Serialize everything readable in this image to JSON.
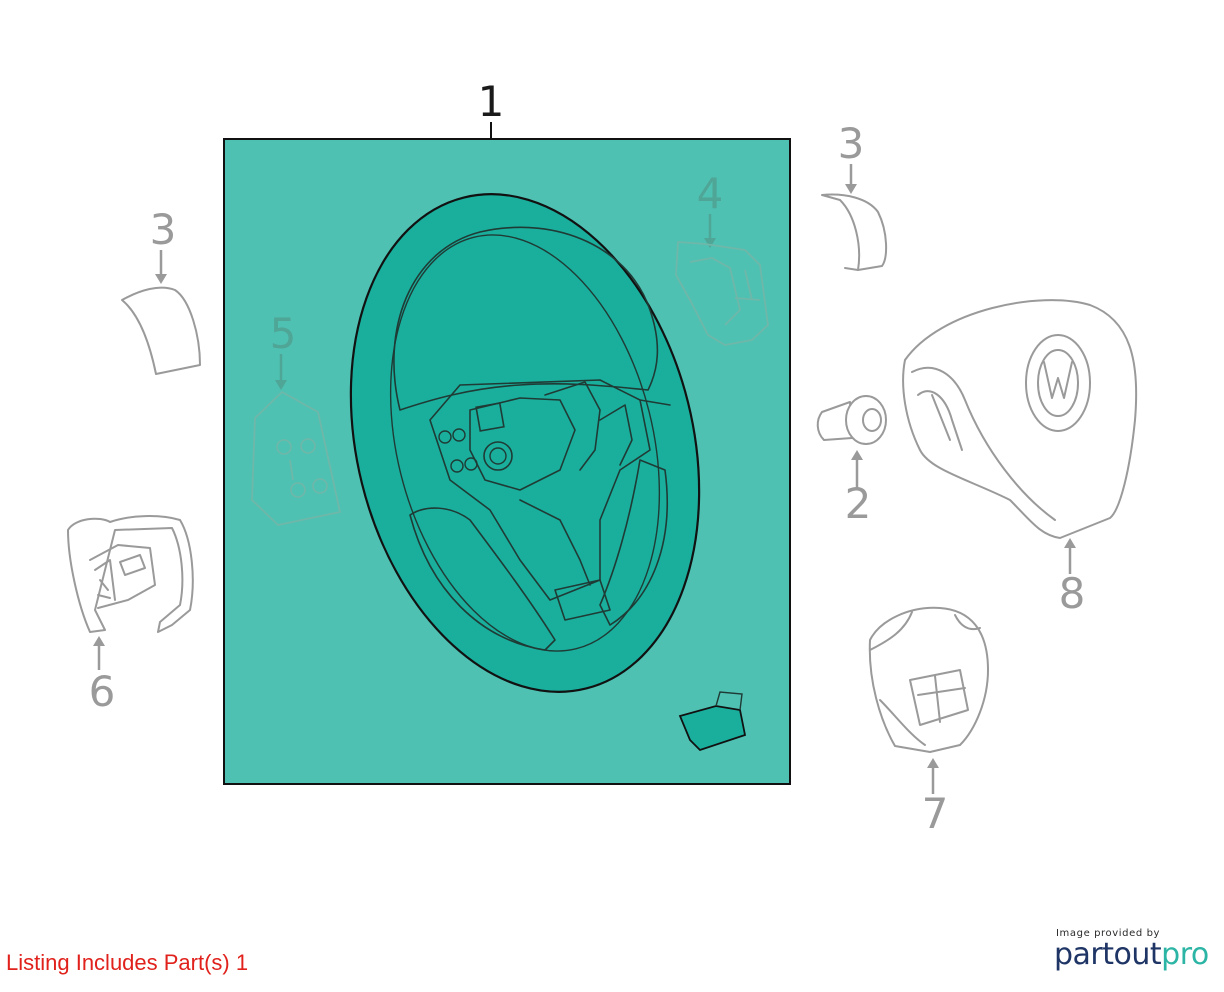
{
  "callouts": {
    "assembly": "1",
    "bolt": "2",
    "cover_left": "3",
    "cover_right": "3",
    "switch_right": "4",
    "switch_left": "5",
    "clock_spring": "6",
    "trim_bottom": "7",
    "airbag": "8"
  },
  "colors": {
    "highlight_box": "#4fc1b3",
    "wheel": "#1aaf9d",
    "callout_gray": "#9a9a9a",
    "listing_text": "#e0211c"
  },
  "footer": {
    "listing_text": "Listing Includes Part(s)  1",
    "provider_caption": "Image provided by",
    "provider_logo_part1": "partout",
    "provider_logo_part2": "pro"
  }
}
